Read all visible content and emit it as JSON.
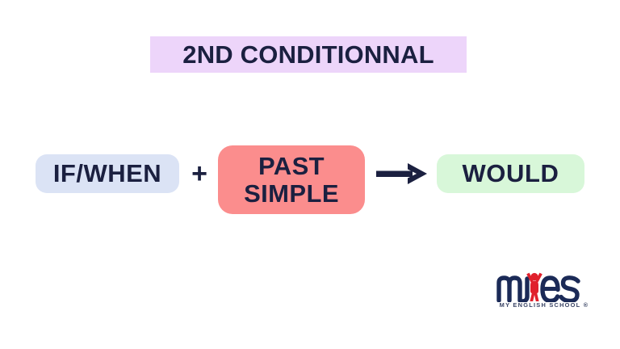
{
  "slide": {
    "background_color": "#ffffff",
    "title": {
      "text": "2ND CONDITIONNAL",
      "band_color": "#edd5fa",
      "text_color": "#1b2040"
    },
    "formula": {
      "condition_chip": {
        "label": "IF/WHEN",
        "background_color": "#dbe3f5",
        "text_color": "#1b2040"
      },
      "operator_plus": {
        "label": "+",
        "icon_name": "plus-icon",
        "color": "#1b2040"
      },
      "tense_chip": {
        "line1": "PAST",
        "line2": "SIMPLE",
        "background_color": "#fb8d8d",
        "text_color": "#1b2040"
      },
      "operator_arrow": {
        "icon_name": "arrow-right-icon",
        "color": "#1b2040"
      },
      "result_chip": {
        "label": "WOULD",
        "background_color": "#d8f7d9",
        "text_color": "#1b2040"
      }
    },
    "logo": {
      "wordmark": "myes",
      "tagline": "MY ENGLISH SCHOOL ®",
      "mark_color": "#1b2a57",
      "accent_color": "#e0202c",
      "tagline_color": "#3b4566"
    }
  }
}
